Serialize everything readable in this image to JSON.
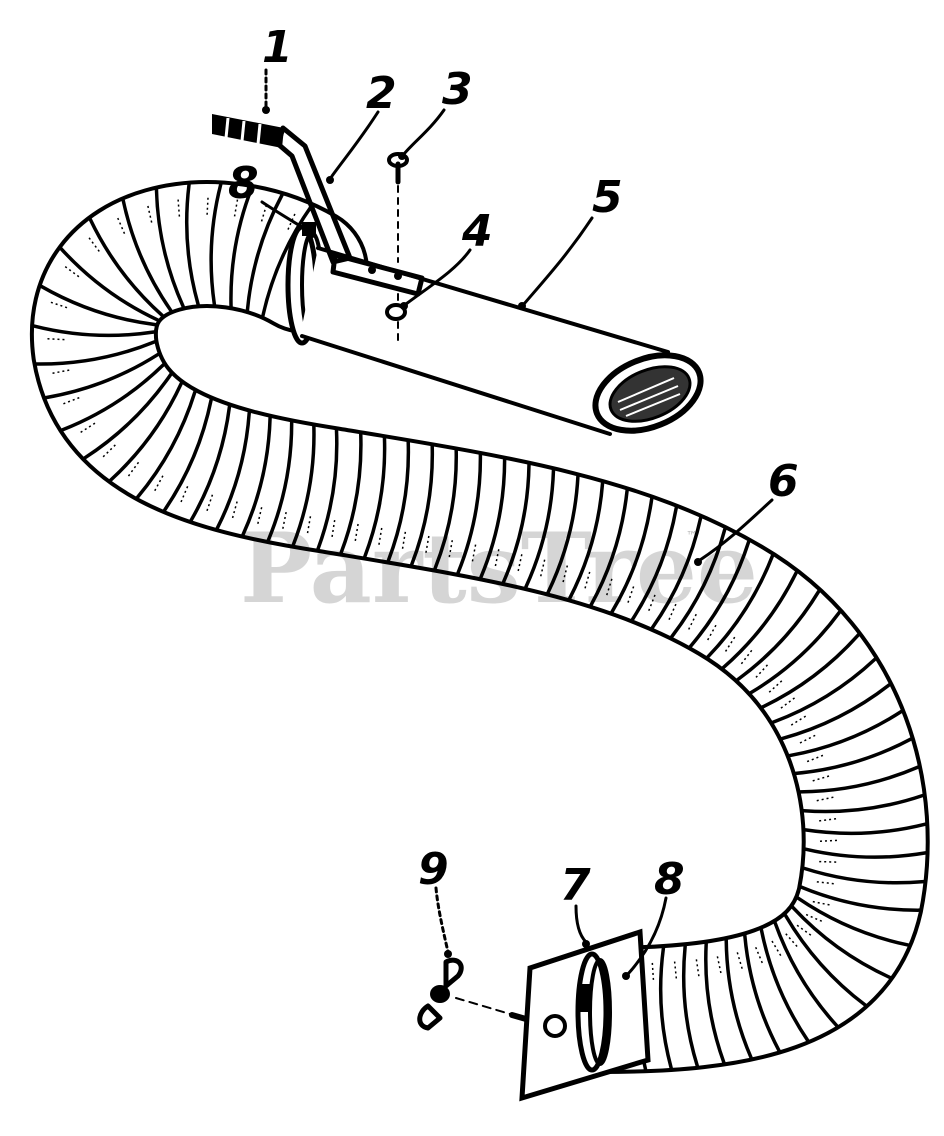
{
  "watermark": {
    "text": "PartsTree",
    "tm": "™"
  },
  "callouts": [
    {
      "id": "callout-1",
      "label": "1"
    },
    {
      "id": "callout-2",
      "label": "2"
    },
    {
      "id": "callout-3",
      "label": "3"
    },
    {
      "id": "callout-4",
      "label": "4"
    },
    {
      "id": "callout-5",
      "label": "5"
    },
    {
      "id": "callout-6",
      "label": "6"
    },
    {
      "id": "callout-7",
      "label": "7"
    },
    {
      "id": "callout-8-top",
      "label": "8"
    },
    {
      "id": "callout-8-bottom",
      "label": "8"
    },
    {
      "id": "callout-9",
      "label": "9"
    }
  ],
  "colors": {
    "ink": "#000000",
    "paper": "#ffffff",
    "watermark": "#000000"
  }
}
